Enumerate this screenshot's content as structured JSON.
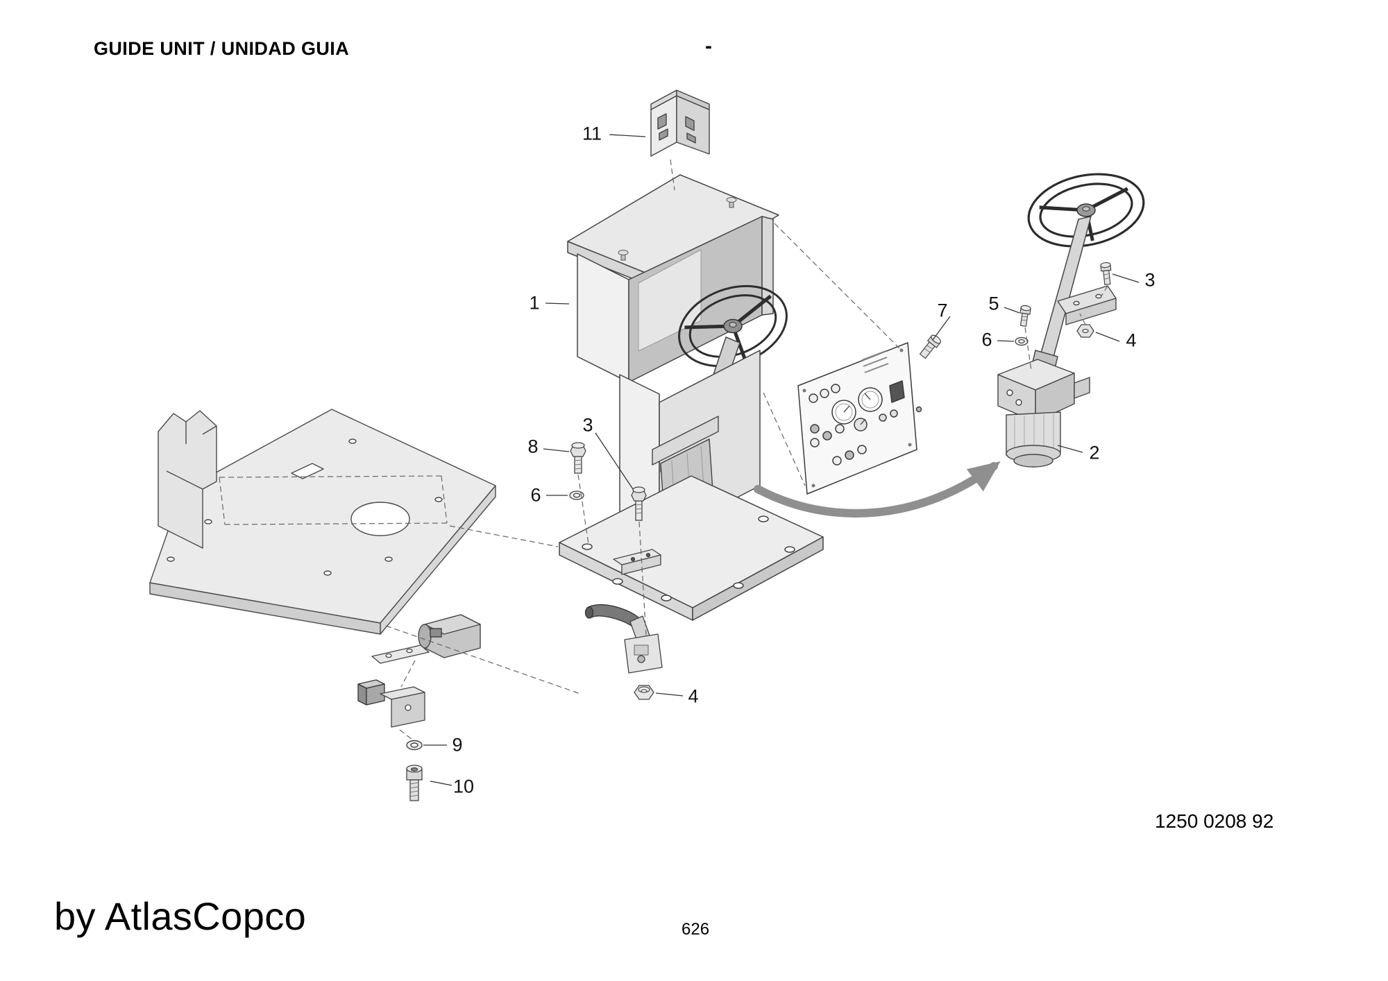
{
  "header": {
    "title": "GUIDE UNIT / UNIDAD GUIA",
    "separator": "-"
  },
  "callouts": [
    {
      "part": "11"
    },
    {
      "part": "1"
    },
    {
      "part": "7"
    },
    {
      "part": "5"
    },
    {
      "part": "3"
    },
    {
      "part": "6"
    },
    {
      "part": "4"
    },
    {
      "part": "2"
    },
    {
      "part": "8"
    },
    {
      "part": "3"
    },
    {
      "part": "6"
    },
    {
      "part": "4"
    },
    {
      "part": "9"
    },
    {
      "part": "10"
    }
  ],
  "footer": {
    "drawing_number": "1250 0208 92",
    "brand_signature": "by AtlasCopco",
    "page_number": "626"
  },
  "colors": {
    "line": "#3a3a3a",
    "fill_light": "#ededed",
    "fill_mid": "#d8d8d8",
    "fill_dark": "#bfbfbf",
    "arrow": "#8f8f8f",
    "background": "#ffffff"
  }
}
